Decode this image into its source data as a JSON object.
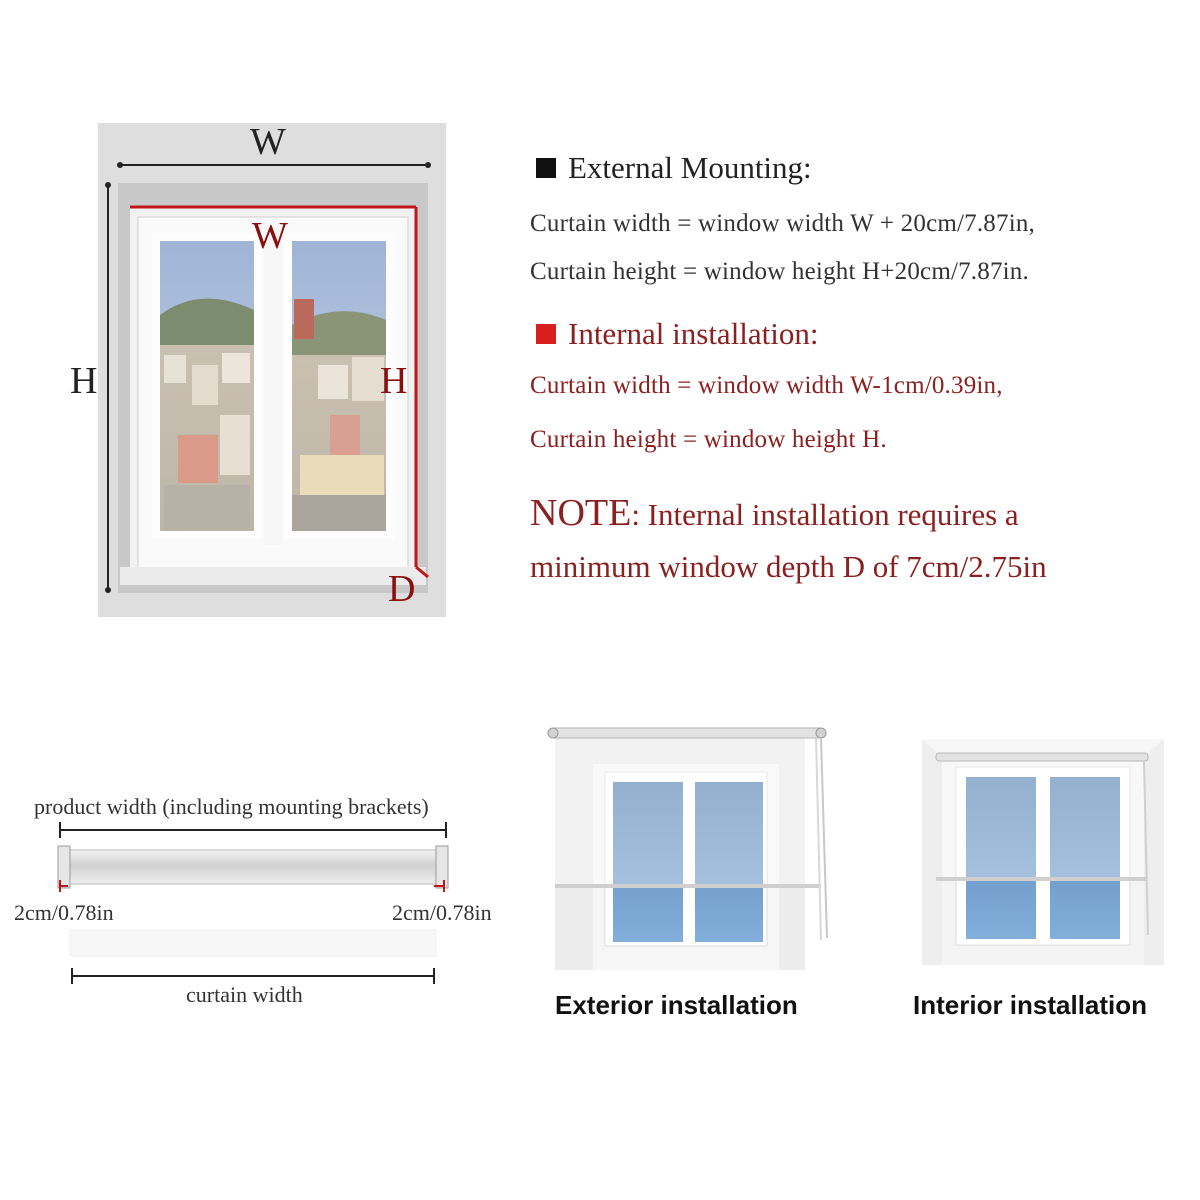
{
  "diagram": {
    "labels": {
      "outer_width": "W",
      "inner_width": "W",
      "outer_height": "H",
      "inner_height": "H",
      "depth": "D"
    },
    "colors": {
      "accent_red": "#c0171b",
      "text_red": "#8a2020",
      "wall_gray": "#d9d9d9",
      "glass_blue": "#6f9fcc"
    }
  },
  "external": {
    "heading": "External Mounting:",
    "width_line": "Curtain width = window width W + 20cm/7.87in,",
    "height_line": "Curtain height = window height H+20cm/7.87in."
  },
  "internal": {
    "heading": "Internal installation:",
    "width_line": "Curtain width = window width W-1cm/0.39in,",
    "height_line": "Curtain height = window height H."
  },
  "note": {
    "prefix": "NOTE",
    "line1_rest": ": Internal installation requires a",
    "line2": "minimum window depth D of 7cm/2.75in"
  },
  "roller": {
    "product_width": "product width (including mounting brackets)",
    "left_margin": "2cm/0.78in",
    "right_margin": "2cm/0.78in",
    "curtain_width": "curtain width"
  },
  "installations": {
    "exterior": "Exterior installation",
    "interior": "Interior installation"
  }
}
